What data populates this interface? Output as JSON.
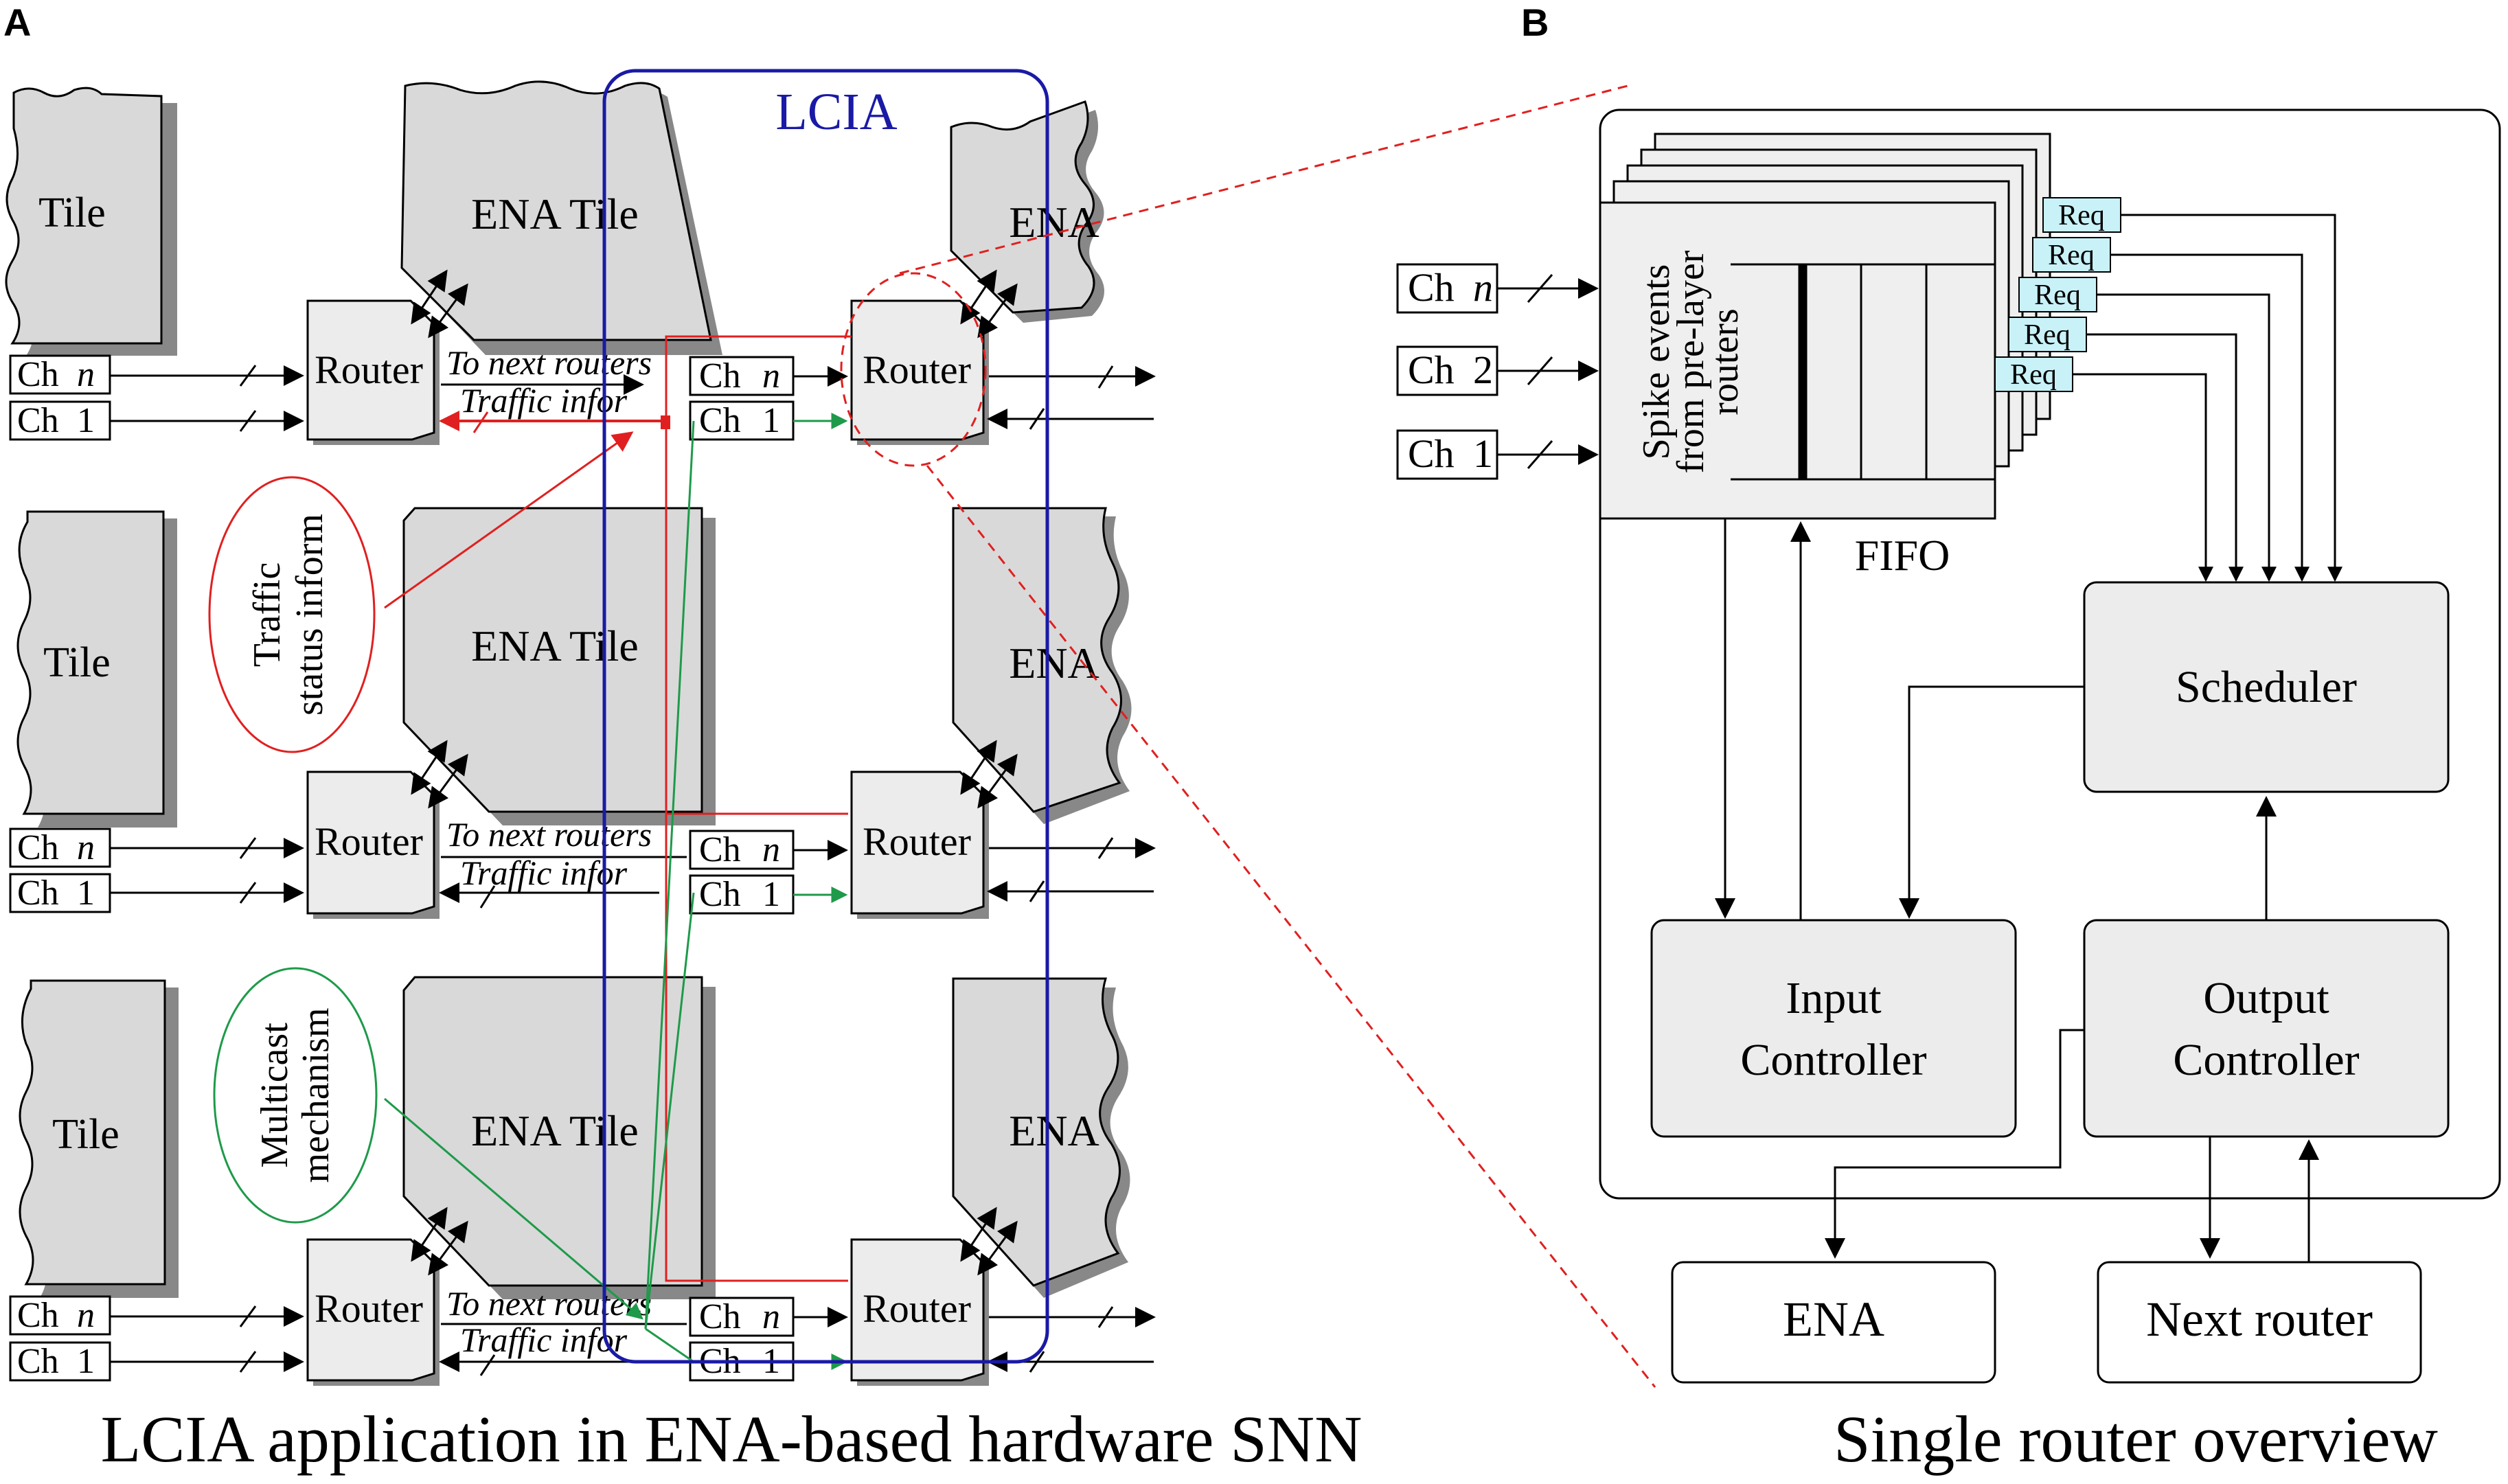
{
  "panel_a": {
    "letter": "A",
    "caption": "LCIA application in ENA-based hardware SNN",
    "lcia_label": "LCIA",
    "tile_label": "Tile",
    "ena_tile_label": "ENA Tile",
    "ena_label": "ENA",
    "router_label": "Router",
    "channel_prefix": "Ch",
    "channel_n": "n",
    "channel_1": "1",
    "to_next_routers": "To next routers",
    "traffic_infor": "Traffic infor",
    "traffic_callout_line1": "Traffic",
    "traffic_callout_line2": "status inform",
    "multicast_callout_line1": "Multicast",
    "multicast_callout_line2": "mechanism"
  },
  "panel_b": {
    "letter": "B",
    "caption": "Single router overview",
    "channel_prefix": "Ch",
    "channel_n": "n",
    "channel_2": "2",
    "channel_1": "1",
    "fifo_text_line1": "Spike events",
    "fifo_text_line2": "from pre-layer",
    "fifo_text_line3": "routers",
    "fifo_label": "FIFO",
    "req_label": "Req",
    "scheduler": "Scheduler",
    "input_controller_line1": "Input",
    "input_controller_line2": "Controller",
    "output_controller_line1": "Output",
    "output_controller_line2": "Controller",
    "ena_box": "ENA",
    "next_router_box": "Next router"
  },
  "colors": {
    "lcia_blue": "#1a1aa6",
    "traffic_red": "#e02020",
    "multicast_green": "#1e9a4a",
    "block_fill": "#d9d9d9",
    "router_fill": "#ececec",
    "req_fill": "#c9f2f8"
  }
}
